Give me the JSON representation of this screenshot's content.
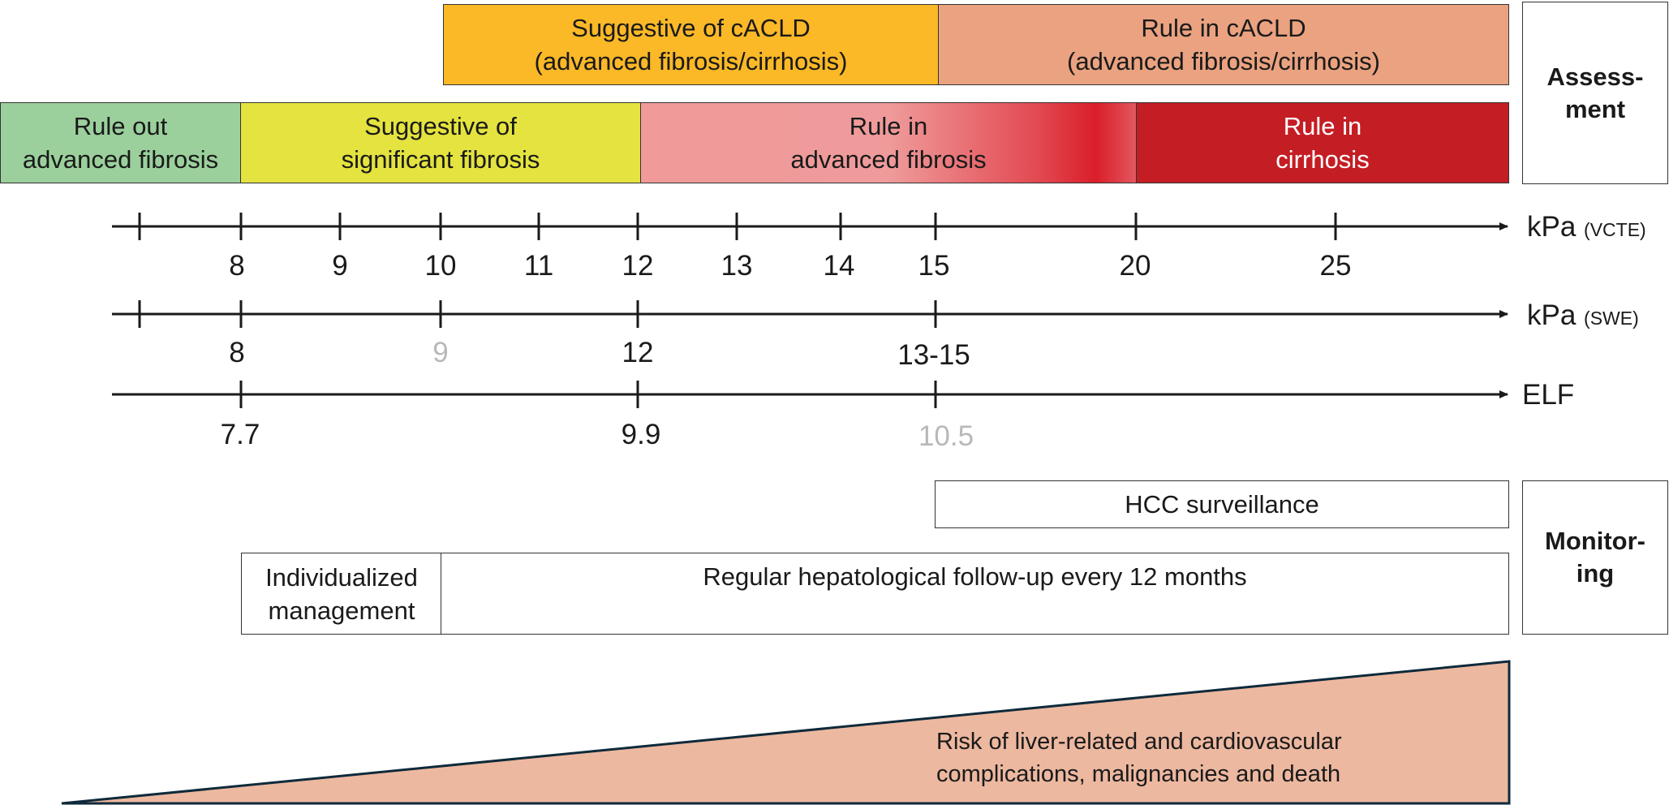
{
  "assessment": {
    "label_lines": [
      "Assess-",
      "ment"
    ],
    "top_row": [
      {
        "lines": [
          "Suggestive of cACLD",
          "(advanced fibrosis/cirrhosis)"
        ],
        "color": "#FBB827"
      },
      {
        "lines": [
          "Rule in cACLD",
          "(advanced fibrosis/cirrhosis)"
        ],
        "color": "#EAA280"
      }
    ],
    "bottom_row": [
      {
        "lines": [
          "Rule out",
          "advanced fibrosis"
        ],
        "color": "#9BD09C"
      },
      {
        "lines": [
          "Suggestive of",
          "significant fibrosis"
        ],
        "color": "#E4E33F"
      },
      {
        "lines": [
          "Rule in",
          "advanced fibrosis"
        ],
        "color": "#F09A9A",
        "gradient_to": "#DA1E2A"
      },
      {
        "lines": [
          "Rule in",
          "cirrhosis"
        ],
        "color": "#C41E24",
        "text_color": "#ffffff"
      }
    ]
  },
  "axes": [
    {
      "name": "vcte",
      "unit": "kPa",
      "method": "(VCTE)",
      "ticks": [
        "",
        "8",
        "9",
        "10",
        "11",
        "12",
        "13",
        "14",
        "15",
        "20",
        "25"
      ]
    },
    {
      "name": "swe",
      "unit": "kPa",
      "method": "(SWE)",
      "ticks": [
        "",
        "8",
        "9",
        "12",
        "13-15"
      ],
      "grey_ticks": [
        "9"
      ]
    },
    {
      "name": "elf",
      "unit": "ELF",
      "method": "",
      "ticks": [
        "7.7",
        "9.9",
        "10.5"
      ],
      "grey_ticks": [
        "10.5"
      ]
    }
  ],
  "monitoring": {
    "label_lines": [
      "Monitor-",
      "ing"
    ],
    "hcc": "HCC surveillance",
    "individualized_lines": [
      "Individualized",
      "management"
    ],
    "regular": "Regular hepatological follow-up every 12 months"
  },
  "risk": {
    "lines": [
      "Risk of liver-related and cardiovascular",
      "complications, malignancies and death"
    ],
    "color": "#EDB8A0"
  }
}
